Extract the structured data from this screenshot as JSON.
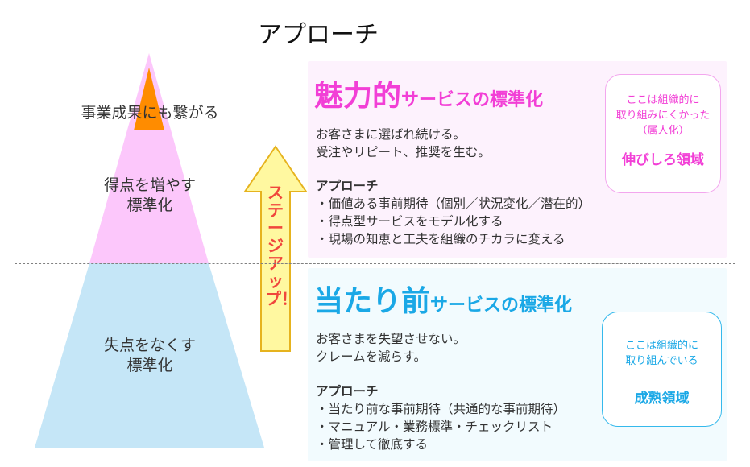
{
  "title": "アプローチ",
  "pyramid": {
    "top_label": "事業成果にも繋がる",
    "middle_label_line1": "得点を増やす",
    "middle_label_line2": "標準化",
    "bottom_label_line1": "失点をなくす",
    "bottom_label_line2": "標準化"
  },
  "arrow": {
    "label": "ステージアップ！"
  },
  "top_panel": {
    "heading_big": "魅力的",
    "heading_small": "サービスの標準化",
    "desc_line1": "お客さまに選ばれ続ける。",
    "desc_line2": "受注やリピート、推奨を生む。",
    "approach_title": "アプローチ",
    "bullets": [
      "・価値ある事前期待（個別／状況変化／潜在的）",
      "・得点型サービスをモデル化する",
      "・現場の知恵と工夫を組織のチカラに変える"
    ],
    "side_box": {
      "line1": "ここは組織的に",
      "line2": "取り組みにくかった",
      "line3": "（属人化）",
      "big": "伸びしろ領域"
    }
  },
  "bottom_panel": {
    "heading_big": "当たり前",
    "heading_small": "サービスの標準化",
    "desc_line1": "お客さまを失望させない。",
    "desc_line2": "クレームを減らす。",
    "approach_title": "アプローチ",
    "bullets": [
      "・当たり前な事前期待（共通的な事前期待）",
      "・マニュアル・業務標準・チェックリスト",
      "・管理して徹底する"
    ],
    "side_box": {
      "line1": "ここは組織的に",
      "line2": "取り組んでいる",
      "big": "成熟領域"
    }
  },
  "colors": {
    "pink_heading": "#f23fd6",
    "cyan_heading": "#1aa8e6",
    "pyramid_pink": "#fcc7fb",
    "pyramid_blue": "#c5e6f7",
    "pyramid_tip": "#ff8c00",
    "arrow_fill": "#fff8a0",
    "arrow_text": "#f0463c"
  }
}
